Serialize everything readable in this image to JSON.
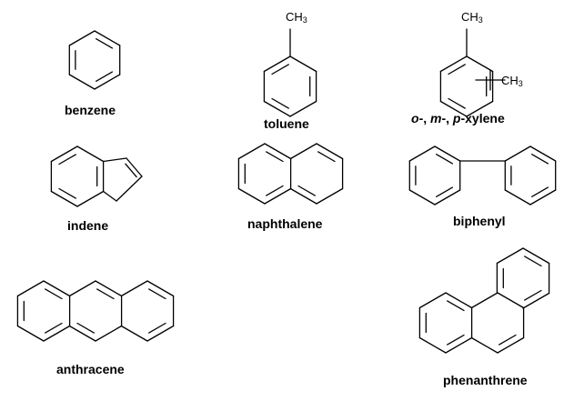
{
  "colors": {
    "ink": "#000000",
    "background": "#ffffff"
  },
  "compounds": {
    "benzene": {
      "name": "benzene"
    },
    "toluene": {
      "name": "toluene",
      "substituent_main": "CH",
      "substituent_sub": "3"
    },
    "xylene": {
      "name_ortho": "o",
      "name_sep1": "-, ",
      "name_meta": "m",
      "name_sep2": "-, ",
      "name_para": "p",
      "name_tail": "-xylene",
      "substituent1_main": "CH",
      "substituent1_sub": "3",
      "substituent2_main": "CH",
      "substituent2_sub": "3"
    },
    "indene": {
      "name": "indene"
    },
    "naphthalene": {
      "name": "naphthalene"
    },
    "biphenyl": {
      "name": "biphenyl"
    },
    "anthracene": {
      "name": "anthracene"
    },
    "phenanthrene": {
      "name": "phenanthrene"
    }
  }
}
